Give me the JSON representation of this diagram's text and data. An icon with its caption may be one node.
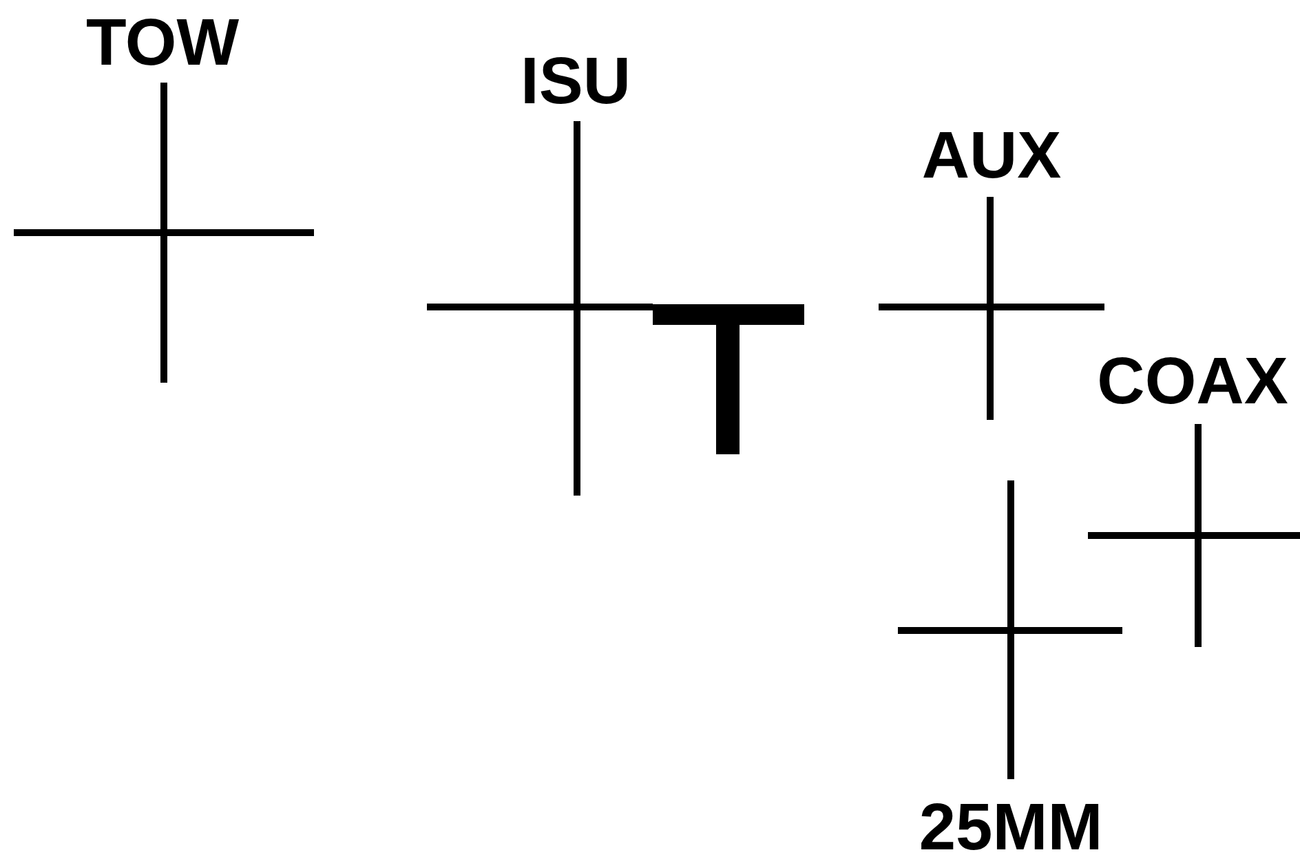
{
  "diagram": {
    "labels": [
      "TOW",
      "ISU",
      "AUX",
      "COAX",
      "25MM"
    ]
  }
}
